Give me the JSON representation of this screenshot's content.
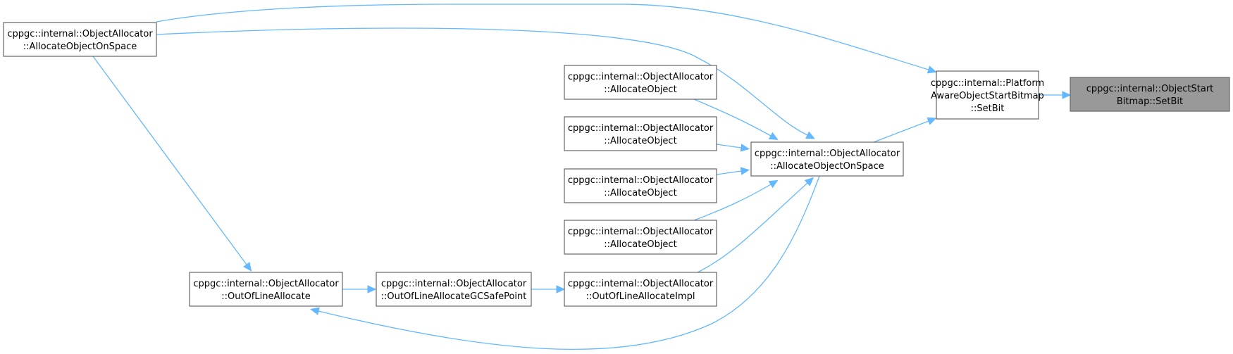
{
  "nodes": [
    {
      "id": "n1",
      "lines": [
        "cppgc::internal::ObjectStart",
        "Bitmap::SetBit"
      ],
      "focus": true
    },
    {
      "id": "n2",
      "lines": [
        "cppgc::internal::Platform",
        "AwareObjectStartBitmap",
        "::SetBit"
      ]
    },
    {
      "id": "n3",
      "lines": [
        "cppgc::internal::ObjectAllocator",
        "::AllocateObjectOnSpace"
      ]
    },
    {
      "id": "n4",
      "lines": [
        "cppgc::internal::ObjectAllocator",
        "::AllocateObjectOnSpace"
      ]
    },
    {
      "id": "n5",
      "lines": [
        "cppgc::internal::ObjectAllocator",
        "::AllocateObject"
      ]
    },
    {
      "id": "n6",
      "lines": [
        "cppgc::internal::ObjectAllocator",
        "::AllocateObject"
      ]
    },
    {
      "id": "n7",
      "lines": [
        "cppgc::internal::ObjectAllocator",
        "::AllocateObject"
      ]
    },
    {
      "id": "n8",
      "lines": [
        "cppgc::internal::ObjectAllocator",
        "::AllocateObject"
      ]
    },
    {
      "id": "n9",
      "lines": [
        "cppgc::internal::ObjectAllocator",
        "::OutOfLineAllocateImpl"
      ]
    },
    {
      "id": "n10",
      "lines": [
        "cppgc::internal::ObjectAllocator",
        "::OutOfLineAllocateGCSafePoint"
      ]
    },
    {
      "id": "n11",
      "lines": [
        "cppgc::internal::ObjectAllocator",
        "::OutOfLineAllocate"
      ]
    }
  ],
  "edges": [
    {
      "from": "n2",
      "to": "n1"
    },
    {
      "from": "n3",
      "to": "n2"
    },
    {
      "from": "n4",
      "to": "n2"
    },
    {
      "from": "n4",
      "to": "n3"
    },
    {
      "from": "n4",
      "to": "n11"
    },
    {
      "from": "n5",
      "to": "n3"
    },
    {
      "from": "n6",
      "to": "n3"
    },
    {
      "from": "n7",
      "to": "n3"
    },
    {
      "from": "n8",
      "to": "n3"
    },
    {
      "from": "n9",
      "to": "n3"
    },
    {
      "from": "n3",
      "to": "n11"
    },
    {
      "from": "n10",
      "to": "n9"
    },
    {
      "from": "n11",
      "to": "n10"
    }
  ],
  "colors": {
    "edge": "#63b8ff",
    "focus_fill": "#999999",
    "border": "#666666"
  }
}
